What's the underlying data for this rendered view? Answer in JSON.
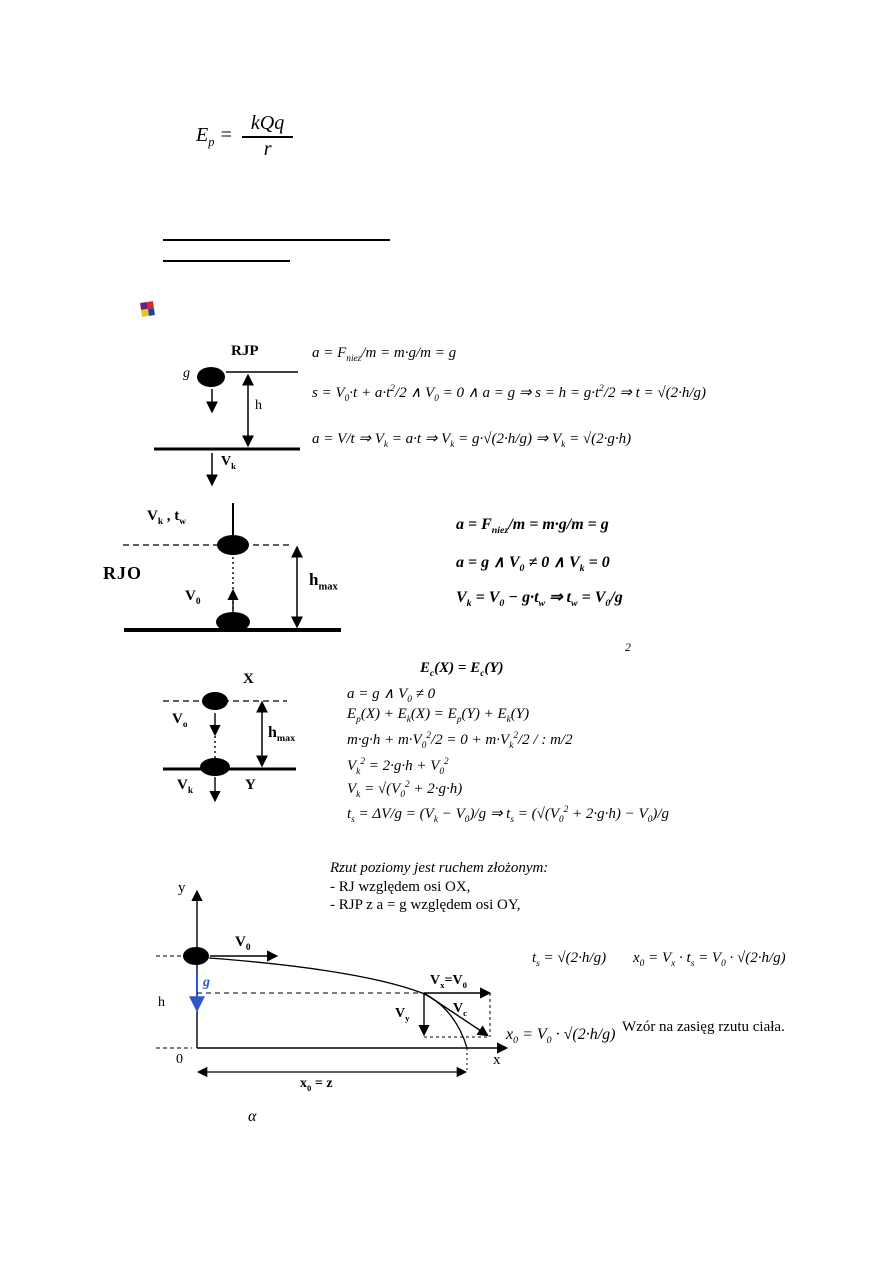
{
  "formula_top": {
    "lhs": "E_{p} =",
    "numerator": "kQq",
    "denominator": "r"
  },
  "free_fall": {
    "title": "RJP",
    "g_label": "g",
    "h_label": "h",
    "vk_label": "V_{k}",
    "equations": [
      "a = F_{niez}/m = m·g/m = g",
      "s = V_{0}·t + a·t^{2}/2  ∧  V_{0} = 0  ∧  a = g  ⇒  s = h = g·t^{2}/2  ⇒  t = √(2·h/g)",
      "a = V/t ⇒ V_{k} = a·t ⇒ V_{k} = g·√(2·h/g) ⇒ V_{k} = √(2·g·h)"
    ]
  },
  "vertical_throw": {
    "title": "RJO",
    "top_label": "V_{k} , t_{w}",
    "v0_label": "V_{0}",
    "hmax_label": "h_{max}",
    "equations": [
      "a = F_{niez}/m = m·g/m = g",
      "a = g ∧ V_{0} ≠ 0 ∧ V_{k} = 0",
      "V_{k} = V_{0} − g·t_{w} ⇒ t_{w} = V_{0}/g"
    ],
    "stray_text": "2"
  },
  "energy_throw": {
    "x_label": "X",
    "v0_label": "V_{o}",
    "hmax_label": "h_{max}",
    "vk_label": "V_{k}",
    "y_label": "Y",
    "equations": [
      "E_{c}(X) = E_{c}(Y)",
      "a = g ∧ V_{0} ≠ 0",
      "E_{p}(X) + E_{k}(X) = E_{p}(Y) + E_{k}(Y)",
      "m·g·h + m·V_{0}^{2}/2 = 0 + m·V_{k}^{2}/2   / : m/2",
      "V_{k}^{2} = 2·g·h + V_{0}^{2}",
      "V_{k} = √(V_{0}^{2} + 2·g·h)",
      "t_{s} = ΔV/g = (V_{k} − V_{0})/g  ⇒  t_{s} = (√(V_{0}^{2} + 2·g·h) − V_{0})/g"
    ]
  },
  "projectile": {
    "intro": [
      "Rzut poziomy jest ruchem złożonym:",
      "- RJ względem osi OX,",
      "- RJP z a = g względem osi OY,"
    ],
    "y_label": "y",
    "v0_label": "V_{0}",
    "g_label": "g",
    "h_label": "h",
    "vx_label": "V_{x}=V_{0}",
    "vy_label": "V_{y}",
    "vc_label": "V_{c}",
    "x_label": "x",
    "origin_label": "0",
    "range_label": "x_{0} = z",
    "eq_time": "t_{s} = √(2·h/g)",
    "eq_distance": "x_{0} = V_{x} · t_{s} = V_{0} · √(2·h/g)",
    "eq_range": "x_{0} = V_{0} · √(2·h/g)",
    "range_note": "Wzór na zasięg rzutu ciała.",
    "g_color": "#3056c8"
  },
  "footer_alpha": "α"
}
